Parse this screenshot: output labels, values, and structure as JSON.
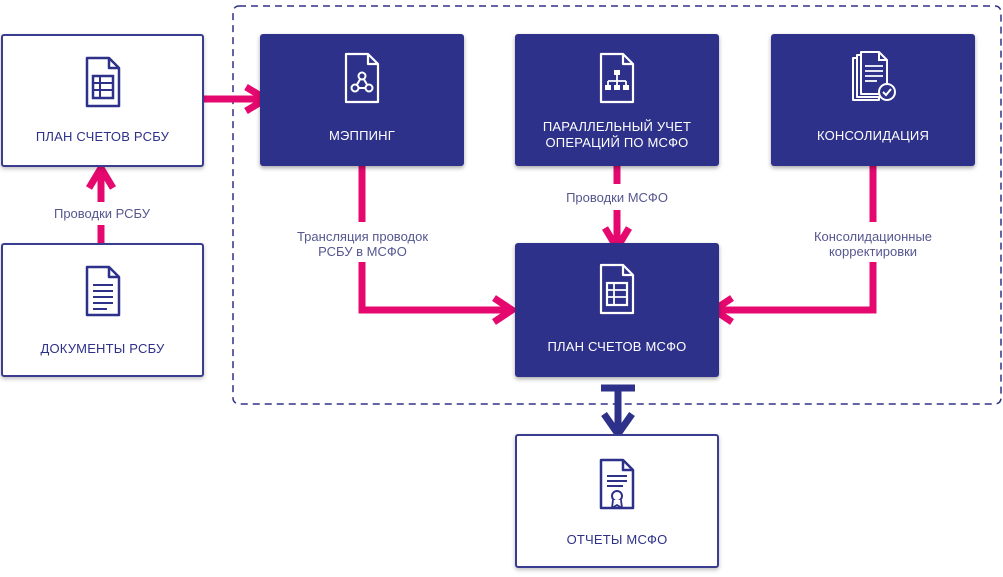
{
  "nodes": {
    "plan_rsbu": "ПЛАН СЧЕТОВ РСБУ",
    "docs_rsbu": "ДОКУМЕНТЫ РСБУ",
    "mapping": "МЭППИНГ",
    "parallel_line1": "ПАРАЛЛЕЛЬНЫЙ УЧЕТ",
    "parallel_line2": "ОПЕРАЦИЙ ПО МСФО",
    "consolidation": "КОНСОЛИДАЦИЯ",
    "plan_msfo": "ПЛАН СЧЕТОВ МСФО",
    "reports_msfo": "ОТЧЕТЫ МСФО"
  },
  "connectors": {
    "postings_rsbu": "Проводки РСБУ",
    "translation_line1": "Трансляция проводок",
    "translation_line2": "РСБУ в МСФО",
    "postings_msfo": "Проводки МСФО",
    "consolidation_line1": "Консолидационные",
    "consolidation_line2": "корректировки"
  },
  "icons": {
    "plan_rsbu": "spreadsheet-icon",
    "docs_rsbu": "document-icon",
    "mapping": "file-share-icon",
    "parallel": "file-hierarchy-icon",
    "consolidation": "documents-check-icon",
    "plan_msfo": "spreadsheet-icon",
    "reports_msfo": "certificate-icon"
  },
  "colors": {
    "primary": "#2e3189",
    "arrow": "#e5096f",
    "dashed_border": "#2e3189"
  }
}
